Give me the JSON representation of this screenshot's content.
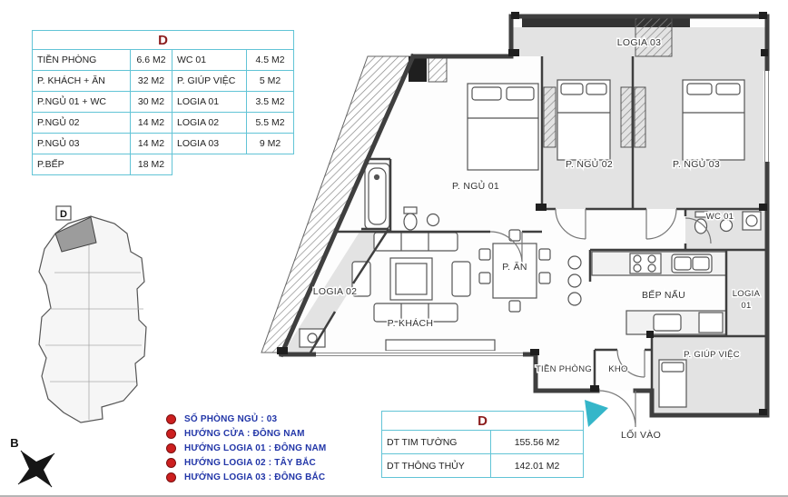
{
  "colors": {
    "table_border": "#62c4d6",
    "table_header_text": "#8b1c1c",
    "legend_text": "#2236a8",
    "legend_bullet": "#cc1f1f",
    "wall": "#3f3f3f",
    "room_fill": "#e3e3e3",
    "entry_arrow": "#35b6c9"
  },
  "area_table": {
    "title": "D",
    "rows": [
      [
        "TIỀN PHÒNG",
        "6.6 M2",
        "WC 01",
        "4.5 M2"
      ],
      [
        "P. KHÁCH + ĂN",
        "32 M2",
        "P. GIÚP VIỆC",
        "5 M2"
      ],
      [
        "P.NGỦ 01 + WC",
        "30 M2",
        "LOGIA 01",
        "3.5 M2"
      ],
      [
        "P.NGỦ 02",
        "14 M2",
        "LOGIA 02",
        "5.5 M2"
      ],
      [
        "P.NGỦ 03",
        "14 M2",
        "LOGIA 03",
        "9 M2"
      ],
      [
        "P.BẾP",
        "18 M2",
        "",
        ""
      ]
    ]
  },
  "dim_table": {
    "title": "D",
    "rows": [
      [
        "DT TIM TƯỜNG",
        "155.56 M2"
      ],
      [
        "DT THÔNG THỦY",
        "142.01 M2"
      ]
    ]
  },
  "legend": {
    "items": [
      "SỐ PHÒNG NGỦ : 03",
      "HƯỚNG CỬA : ĐÔNG NAM",
      "HƯỚNG LOGIA 01 : ĐÔNG NAM",
      "HƯỚNG LOGIA 02 : TÂY BẮC",
      "HƯỚNG LOGIA 03 : ĐÔNG BẮC"
    ]
  },
  "compass": {
    "label": "B"
  },
  "key_plan": {
    "unit_label": "D"
  },
  "floor_plan": {
    "rooms": {
      "logia03": "LOGIA 03",
      "ngu01": "P. NGỦ 01",
      "ngu02": "P. NGỦ 02",
      "ngu03": "P. NGỦ 03",
      "wc01": "WC 01",
      "an": "P. ĂN",
      "bep": "BẾP NẤU",
      "logia01_line1": "LOGIA",
      "logia01_line2": "01",
      "logia02": "LOGIA 02",
      "khach": "P. KHÁCH",
      "tien_phong": "TIỀN PHÒNG",
      "kho": "KHO",
      "giup_viec": "P. GIÚP VIỆC",
      "loi_vao": "LỐI VÀO"
    }
  }
}
